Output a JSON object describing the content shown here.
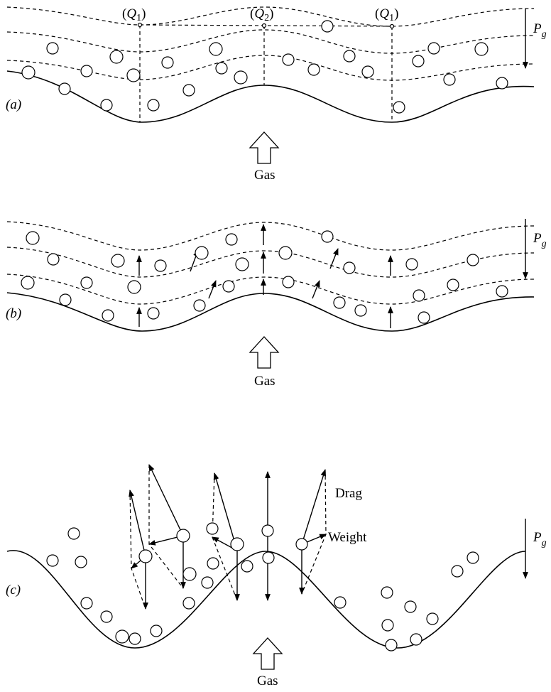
{
  "figure": {
    "panel_a": {
      "label": "(a)",
      "points": [
        {
          "name": "Q1",
          "text": "(Q1)",
          "sym": "Q",
          "sub": "1"
        },
        {
          "name": "Q2",
          "text": "(Q2)",
          "sym": "Q",
          "sub": "2"
        },
        {
          "name": "Q1b",
          "text": "(Q1)",
          "sym": "Q",
          "sub": "1"
        }
      ],
      "gas_label": "Gas",
      "pressure_label": {
        "sym": "P",
        "sub": "g"
      }
    },
    "panel_b": {
      "label": "(b)",
      "gas_label": "Gas",
      "pressure_label": {
        "sym": "P",
        "sub": "g"
      }
    },
    "panel_c": {
      "label": "(c)",
      "gas_label": "Gas",
      "drag_label": "Drag",
      "weight_label": "Weight",
      "pressure_label": {
        "sym": "P",
        "sub": "g"
      }
    }
  }
}
